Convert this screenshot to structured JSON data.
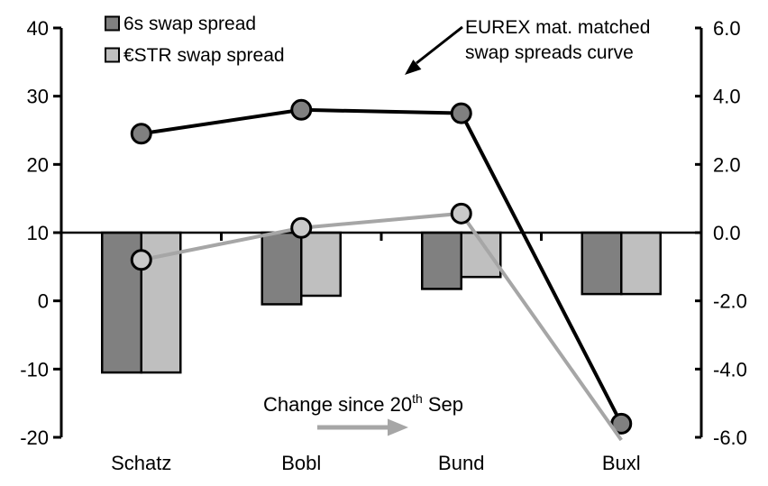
{
  "chart_data": {
    "type": "combo-bar-line",
    "categories": [
      "Schatz",
      "Bobl",
      "Bund",
      "Buxl"
    ],
    "left_axis": {
      "min": -20,
      "max": 40,
      "step": 10,
      "ticks": [
        "40",
        "30",
        "20",
        "10",
        "0",
        "-10",
        "-20"
      ]
    },
    "right_axis": {
      "min": -6.0,
      "max": 6.0,
      "step": 2.0,
      "ticks": [
        "6.0",
        "4.0",
        "2.0",
        "0.0",
        "-2.0",
        "-4.0",
        "-6.0"
      ]
    },
    "bar_series": [
      {
        "name": "6s swap spread",
        "axis": "right",
        "fill": "#808080",
        "values": [
          -4.1,
          -2.1,
          -1.65,
          -1.8
        ]
      },
      {
        "name": "€STR swap spread",
        "axis": "right",
        "fill": "#bfbfbf",
        "values": [
          -4.1,
          -1.85,
          -1.3,
          -1.8
        ]
      }
    ],
    "line_series": [
      {
        "name": "6s swap spread",
        "axis": "left",
        "stroke": "#000000",
        "marker_fill": "#808080",
        "values": [
          24.5,
          28.0,
          27.5,
          -18.0
        ],
        "markers": [
          true,
          true,
          true,
          true
        ]
      },
      {
        "name": "€STR swap spread",
        "axis": "left",
        "stroke": "#a6a6a6",
        "marker_fill": "#c9c9c9",
        "values": [
          6.0,
          10.7,
          12.8,
          -20.4
        ],
        "markers": [
          true,
          true,
          true,
          false
        ]
      }
    ],
    "legend": [
      {
        "label": "6s swap spread",
        "color": "#808080"
      },
      {
        "label": "€STR swap spread",
        "color": "#bfbfbf"
      }
    ],
    "annotations": {
      "curve_label_line1": "EUREX mat. matched",
      "curve_label_line2": "swap spreads curve",
      "change_label": {
        "prefix": "Change since 20",
        "superscript": "th",
        "suffix": " Sep"
      },
      "arrow_color": "#a6a6a6"
    },
    "colors": {
      "bar_dark": "#808080",
      "bar_light": "#bfbfbf",
      "line_black": "#000000",
      "line_gray": "#a6a6a6",
      "marker_dark": "#808080",
      "marker_light": "#c9c9c9"
    }
  }
}
